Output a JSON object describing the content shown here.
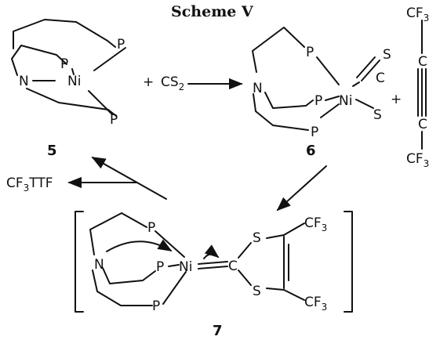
{
  "title": "Scheme V",
  "compounds": {
    "c5": {
      "number": "5",
      "atoms": {
        "P1": "P",
        "P2": "P",
        "P3": "P",
        "N": "N",
        "Ni": "Ni"
      }
    },
    "c6": {
      "number": "6",
      "atoms": {
        "P1": "P",
        "P2": "P",
        "P3": "P",
        "N": "N",
        "Ni": "Ni",
        "C": "C",
        "S1": "S",
        "S2": "S"
      }
    },
    "c7": {
      "number": "7",
      "atoms": {
        "P1": "P",
        "P2": "P",
        "P3": "P",
        "N": "N",
        "Ni": "Ni",
        "C": "C",
        "S1": "S",
        "S2": "S",
        "CF1": "CF",
        "CF2": "CF"
      }
    }
  },
  "reagents": {
    "plus1": "+",
    "cs2_main": "CS",
    "cs2_sub": "2",
    "plus2": "+",
    "alkyne": {
      "cf_top": "CF",
      "c1": "C",
      "c2": "C",
      "cf_bot": "CF",
      "sub": "3"
    },
    "product_main": "CF",
    "product_sub": "3",
    "product_rest": "TTF"
  }
}
